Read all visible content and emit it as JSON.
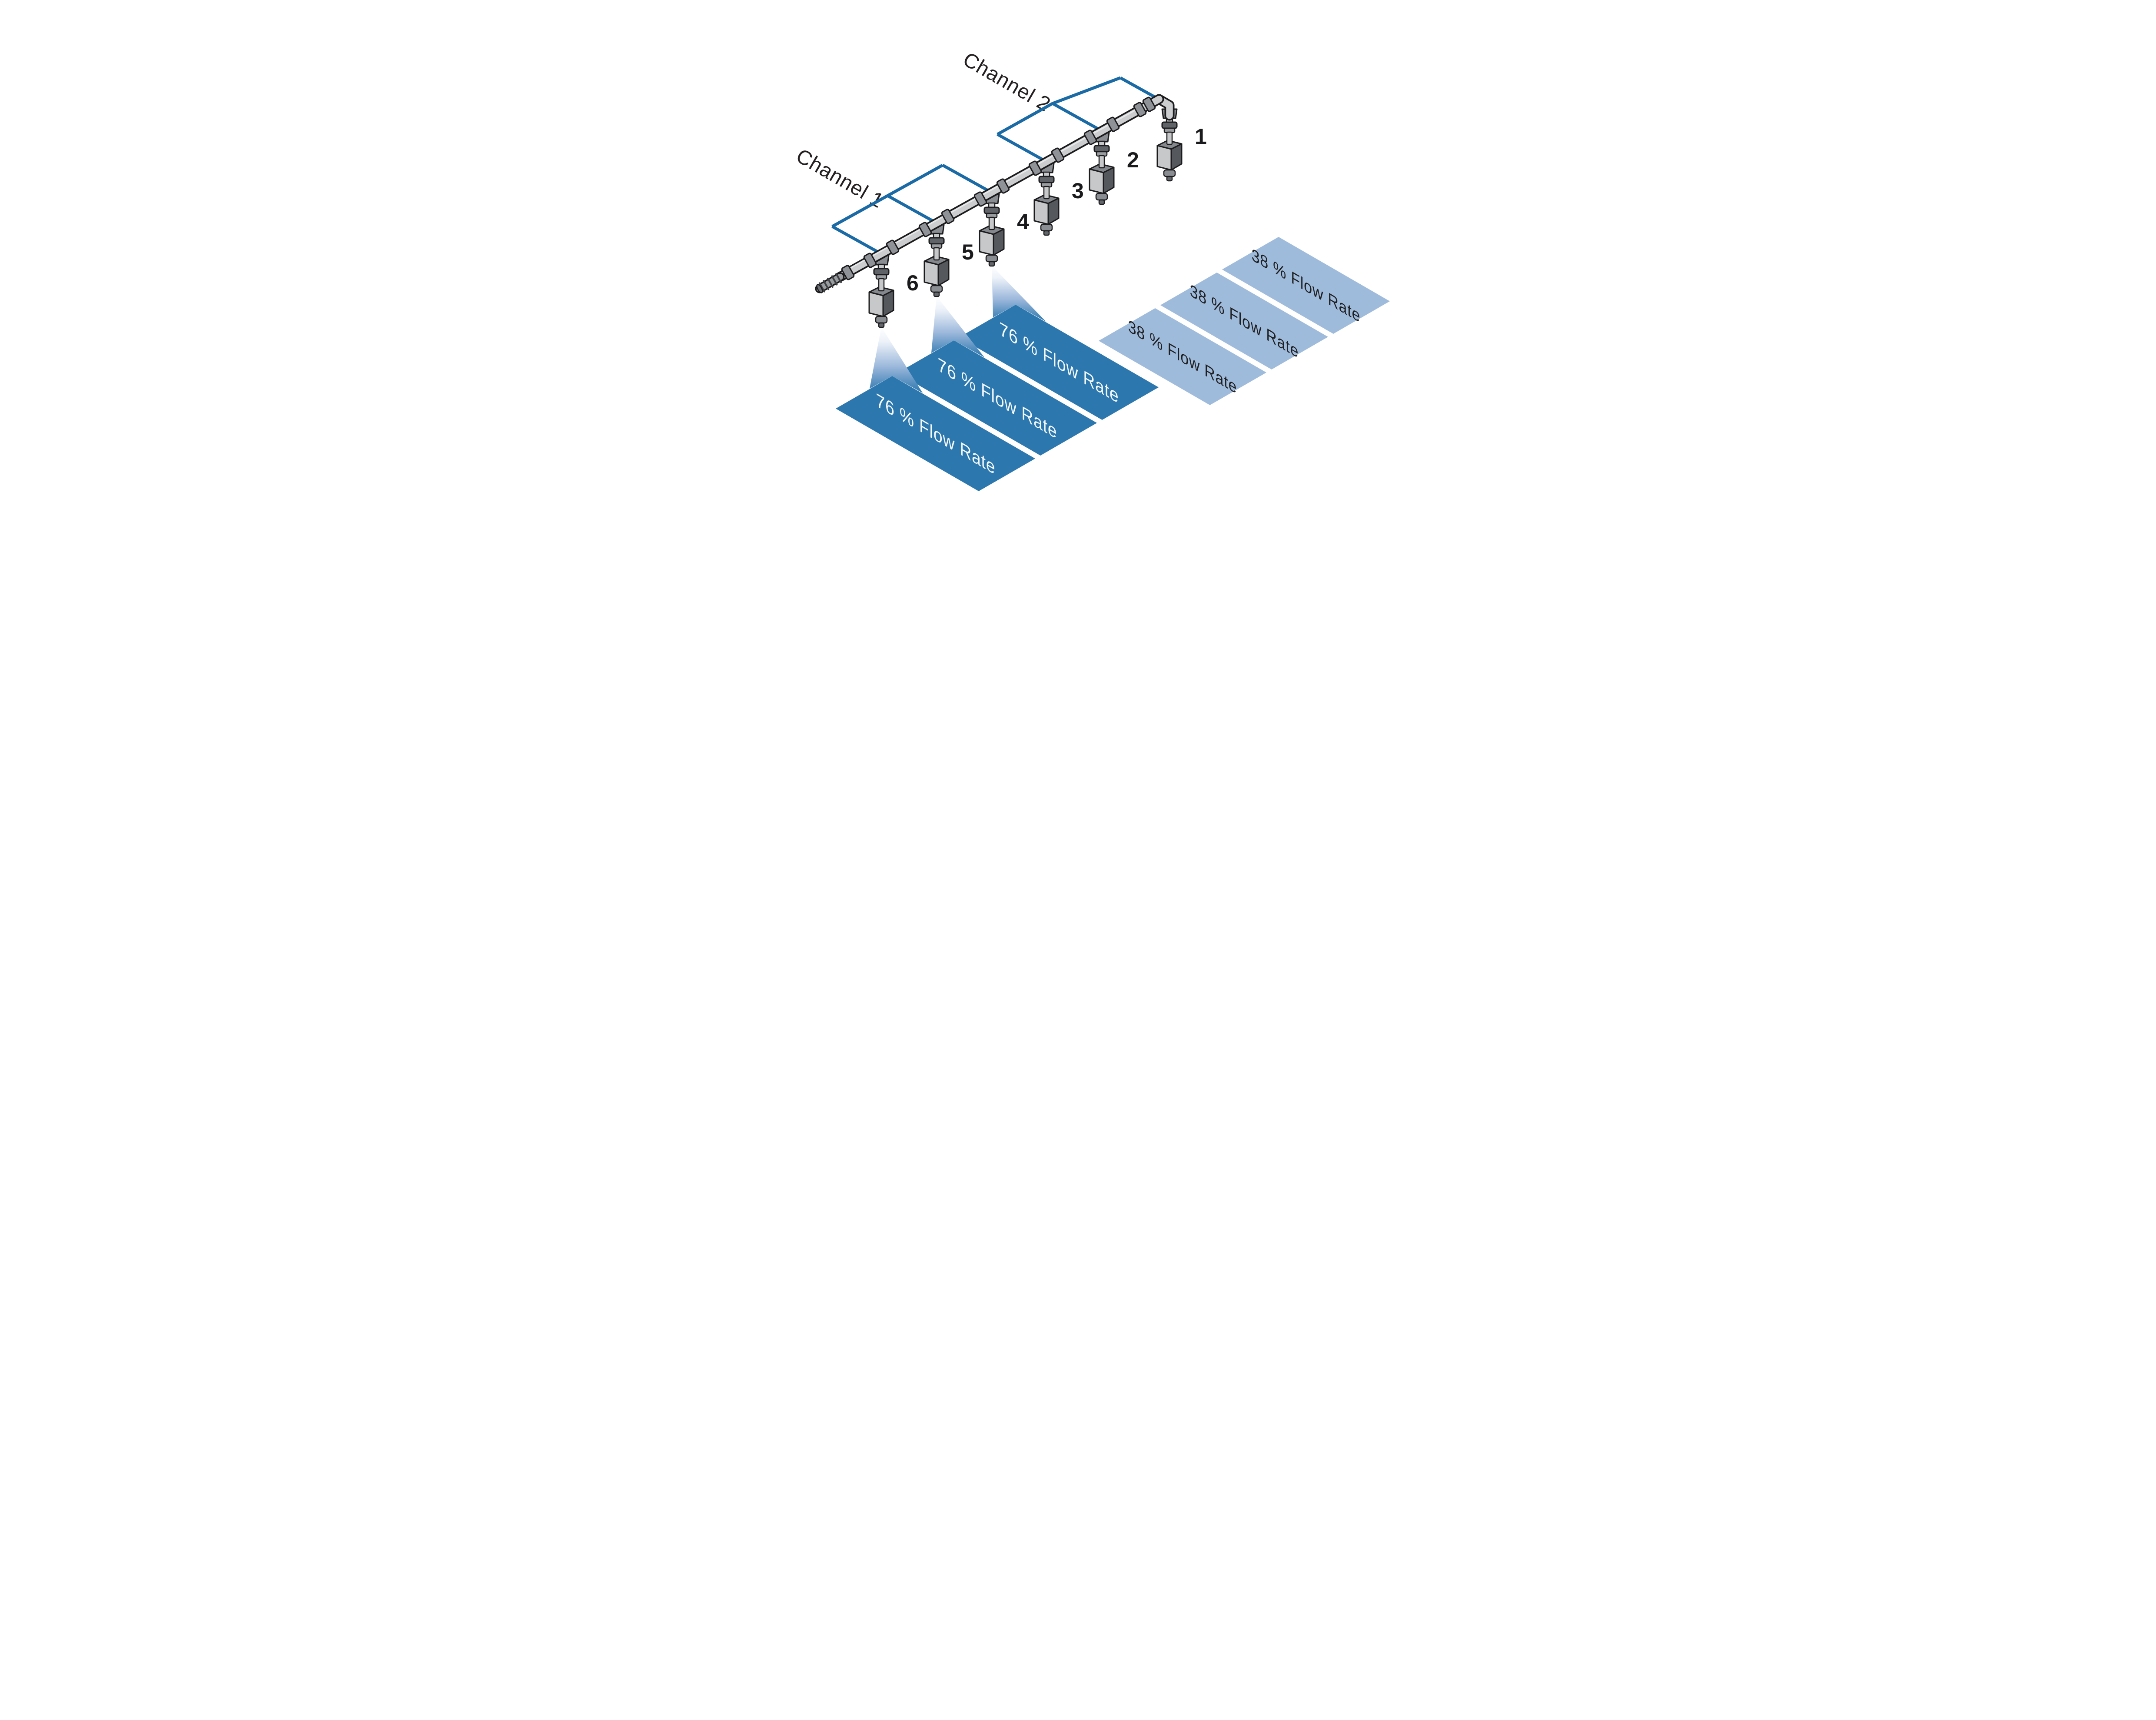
{
  "diagram": {
    "description": "Isometric spray boom with six nozzles split into two channels and proportional flow-rate spray panels",
    "channels": [
      {
        "label": "Channel 1",
        "nozzles": [
          "4",
          "5",
          "6"
        ],
        "flow_rate": "76 % Flow Rate"
      },
      {
        "label": "Channel 2",
        "nozzles": [
          "1",
          "2",
          "3"
        ],
        "flow_rate": "38 % Flow Rate"
      }
    ],
    "nozzles": [
      {
        "number": "1"
      },
      {
        "number": "2"
      },
      {
        "number": "3"
      },
      {
        "number": "4"
      },
      {
        "number": "5"
      },
      {
        "number": "6"
      }
    ],
    "panels": {
      "dark": [
        {
          "label": "76 % Flow Rate"
        },
        {
          "label": "76 % Flow Rate"
        },
        {
          "label": "76 % Flow Rate"
        }
      ],
      "light": [
        {
          "label": "38 % Flow Rate"
        },
        {
          "label": "38 % Flow Rate"
        },
        {
          "label": "38 % Flow Rate"
        }
      ]
    },
    "colors": {
      "panel_dark": "#2b77ae",
      "panel_light": "#9fbbdc",
      "bracket_blue": "#1a6aa5",
      "outline": "#1c1c1e",
      "pipe_gray": "#cbcdcf",
      "pipe_highlight": "#e9eaeb",
      "text_on_dark": "#f5f8fb",
      "text_black": "#231f20"
    }
  }
}
